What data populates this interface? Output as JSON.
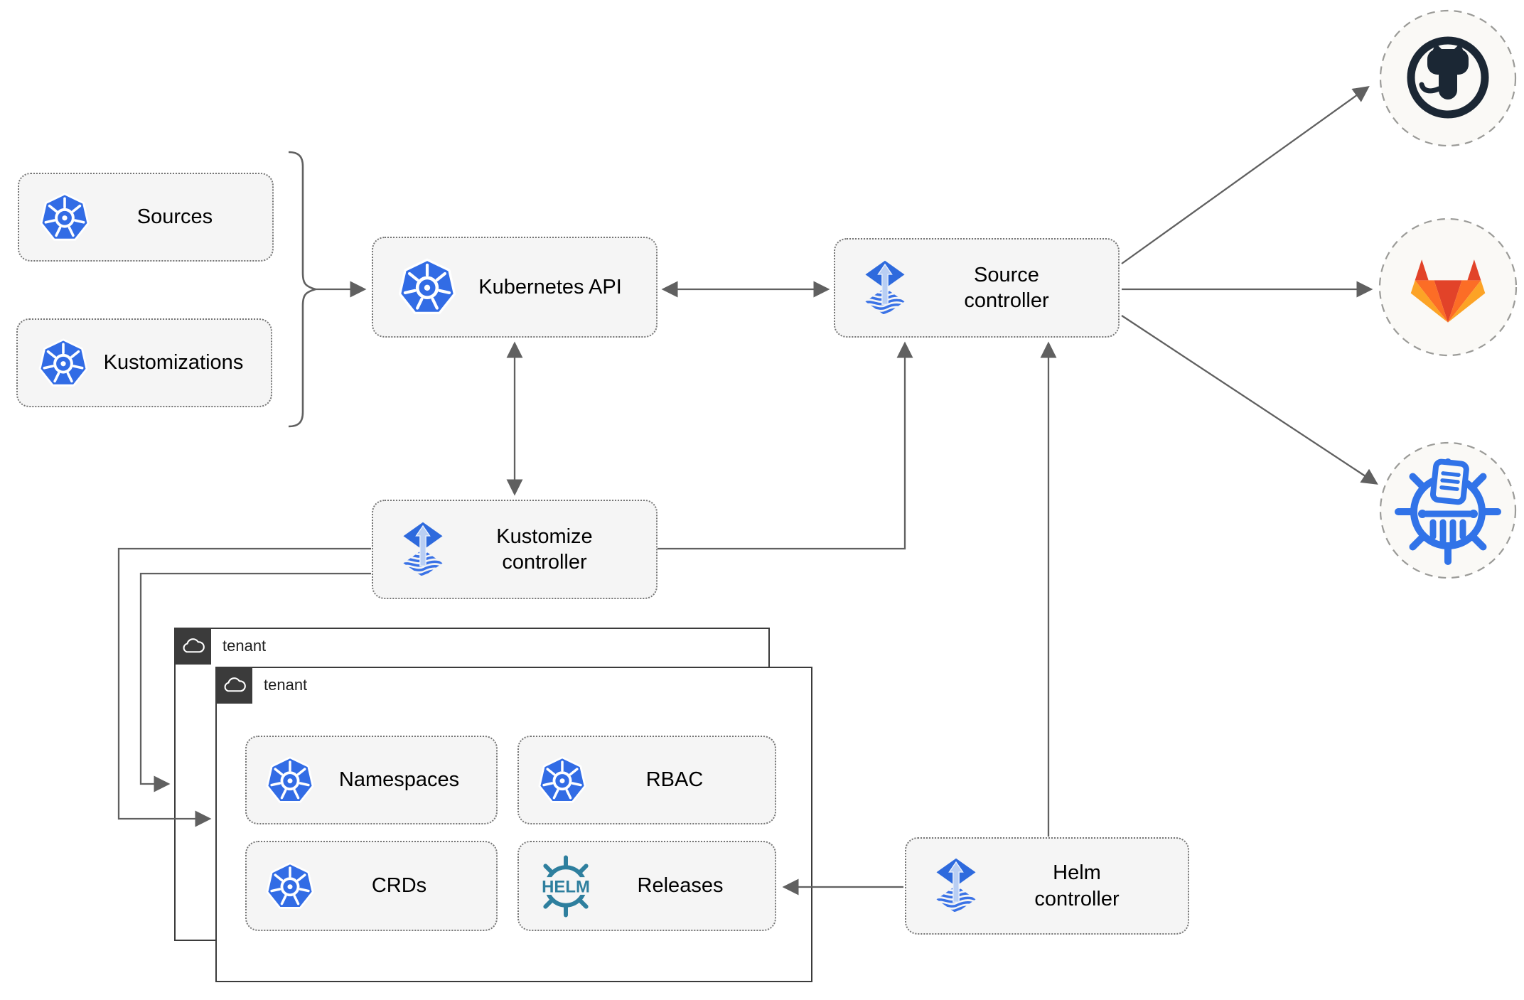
{
  "diagram": {
    "nodes": {
      "sources": {
        "label": "Sources",
        "icon": "kubernetes-icon"
      },
      "kustomizations": {
        "label": "Kustomizations",
        "icon": "kubernetes-icon"
      },
      "kubernetes_api": {
        "label": "Kubernetes API",
        "icon": "kubernetes-icon"
      },
      "source_controller": {
        "label": "Source controller",
        "icon": "flux-icon"
      },
      "kustomize_controller": {
        "label": "Kustomize controller",
        "icon": "flux-icon"
      },
      "helm_controller": {
        "label": "Helm controller",
        "icon": "flux-icon"
      },
      "tenant_back": {
        "label": "tenant",
        "icon": "cloud-icon"
      },
      "tenant_front": {
        "label": "tenant",
        "icon": "cloud-icon"
      },
      "namespaces": {
        "label": "Namespaces",
        "icon": "kubernetes-icon"
      },
      "rbac": {
        "label": "RBAC",
        "icon": "kubernetes-icon"
      },
      "crds": {
        "label": "CRDs",
        "icon": "kubernetes-icon"
      },
      "releases": {
        "label": "Releases",
        "icon": "helm-icon"
      },
      "github": {
        "icon": "github-icon"
      },
      "gitlab": {
        "icon": "gitlab-icon"
      },
      "helm_repository": {
        "icon": "chartmuseum-icon"
      }
    },
    "icons": {
      "helm_wheel_text": "HELM",
      "kubernetes-icon": "blue heptagon with white ship wheel",
      "flux-icon": "blue diamond with light arrow over striped diamond",
      "helm-icon": "teal ship wheel with HELM wordmark",
      "cloud-icon": "white cloud outline on dark square",
      "github-icon": "octocat in ring",
      "gitlab-icon": "tanuki fox",
      "chartmuseum-icon": "ship wheel with document and pillar"
    },
    "colors": {
      "kubernetes_blue": "#326ce5",
      "flux_blue": "#2e6add",
      "flux_arrow_light": "#b9cef3",
      "helm_teal": "#2e7f9e",
      "github_dark": "#1b2734",
      "gitlab_red": "#e24329",
      "gitlab_orange": "#fc6d26",
      "gitlab_yellow": "#fca326",
      "chartmuseum_blue": "#3173e8",
      "node_fill": "#f5f5f5",
      "node_border": "#757575",
      "tenant_dark": "#3b3b3b",
      "connector_gray": "#606060",
      "circle_fill": "#faf9f6"
    }
  }
}
